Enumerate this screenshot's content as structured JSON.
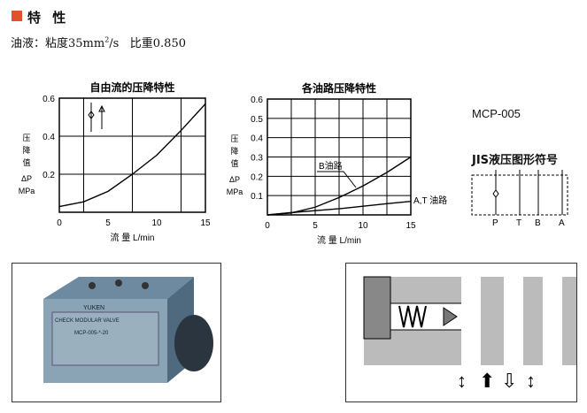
{
  "section": {
    "title": "特 性",
    "accent": "#e0522e"
  },
  "oil": {
    "label": "油液：粘度35mm",
    "sup": "2",
    "unit": "/s",
    "gravity": "比重0.850"
  },
  "chart_data": [
    {
      "type": "line",
      "title": "自由流的压降特性",
      "xlabel": "流 量  L/min",
      "ylabel": [
        "压",
        "降",
        "值",
        "ΔP",
        "MPa"
      ],
      "xlim": [
        0,
        15
      ],
      "ylim": [
        0,
        0.6
      ],
      "xticks": [
        "0",
        "5",
        "10",
        "15"
      ],
      "yticks": [
        "0.2",
        "0.4",
        "0.6"
      ],
      "series": [
        {
          "name": "free-flow",
          "x": [
            0,
            2.5,
            5,
            7.5,
            10,
            12.5,
            15
          ],
          "y": [
            0.03,
            0.055,
            0.11,
            0.2,
            0.3,
            0.43,
            0.57
          ]
        }
      ]
    },
    {
      "type": "line",
      "title": "各油路压降特性",
      "xlabel": "流 量  L/min",
      "ylabel": [
        "压",
        "降",
        "值",
        "ΔP",
        "MPa"
      ],
      "xlim": [
        0,
        15
      ],
      "ylim": [
        0,
        0.6
      ],
      "xticks": [
        "0",
        "5",
        "10",
        "15"
      ],
      "yticks": [
        "0.1",
        "0.2",
        "0.3",
        "0.4",
        "0.5",
        "0.6"
      ],
      "series": [
        {
          "name": "B油路",
          "x": [
            0,
            2.5,
            5,
            7.5,
            10,
            12.5,
            15
          ],
          "y": [
            0,
            0.01,
            0.04,
            0.09,
            0.15,
            0.22,
            0.3
          ]
        },
        {
          "name": "A,T 油路",
          "x": [
            0,
            2.5,
            5,
            7.5,
            10,
            12.5,
            15
          ],
          "y": [
            0,
            0.012,
            0.022,
            0.032,
            0.045,
            0.058,
            0.07
          ]
        }
      ]
    }
  ],
  "model": "MCP-005",
  "jis": {
    "title": "JIS液压图形符号",
    "ports": [
      "P",
      "T",
      "B",
      "A"
    ]
  },
  "photo": {
    "brand": "YUKEN",
    "label": "CHECK MODULAR VALVE",
    "model": "MCP-005-*-20"
  }
}
